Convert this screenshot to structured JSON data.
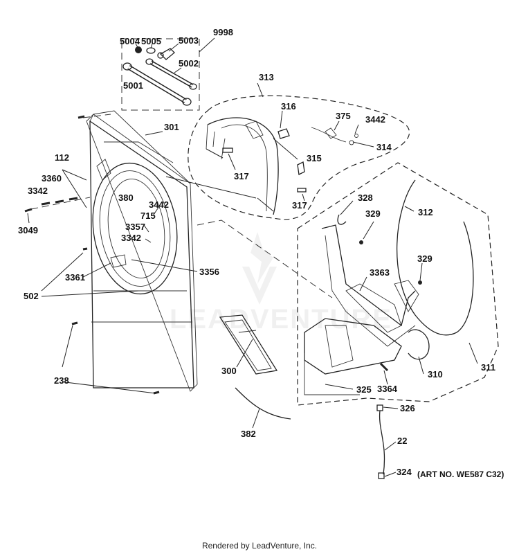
{
  "callouts": {
    "c9998": "9998",
    "c5004": "5004",
    "c5005": "5005",
    "c5003": "5003",
    "c5002": "5002",
    "c5001": "5001",
    "c313": "313",
    "c316": "316",
    "c375": "375",
    "c3442a": "3442",
    "c314": "314",
    "c315": "315",
    "c317a": "317",
    "c317b": "317",
    "c301": "301",
    "c112": "112",
    "c3360": "3360",
    "c3342a": "3342",
    "c380": "380",
    "c3442b": "3442",
    "c715": "715",
    "c3357": "3357",
    "c3342b": "3342",
    "c3049": "3049",
    "c3361": "3361",
    "c3356": "3356",
    "c502": "502",
    "c328": "328",
    "c329a": "329",
    "c312": "312",
    "c329b": "329",
    "c3363": "3363",
    "c311": "311",
    "c310": "310",
    "c300": "300",
    "c325": "325",
    "c3364": "3364",
    "c238": "238",
    "c326": "326",
    "c382": "382",
    "c22": "22",
    "c324": "324"
  },
  "art_note": "(ART NO. WE587 C32)",
  "watermark": "LEADVENTURE",
  "footer": "Rendered by LeadVenture, Inc."
}
